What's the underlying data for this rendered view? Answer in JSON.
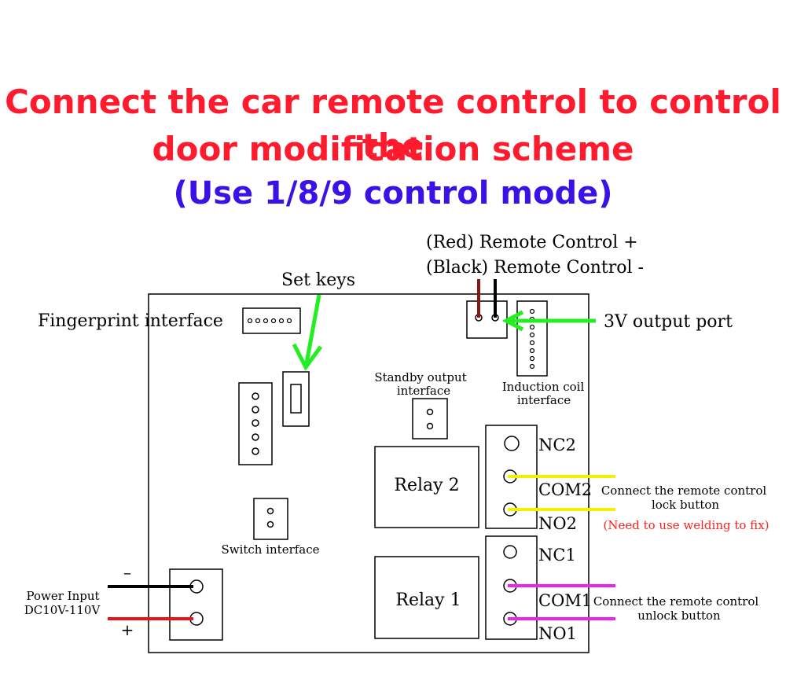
{
  "title": {
    "line1": "Connect the car remote control to control the",
    "line2": "door modification scheme",
    "line3": "(Use 1/8/9 control mode)"
  },
  "labels": {
    "remote_red": "(Red) Remote Control +",
    "remote_black": "(Black) Remote Control -",
    "set_keys": "Set keys",
    "fingerprint": "Fingerprint interface",
    "output_3v": "3V output port",
    "standby_1": "Standby output",
    "standby_2": "interface",
    "induction_1": "Induction coil",
    "induction_2": "interface",
    "switch_interface": "Switch interface",
    "relay2": "Relay 2",
    "relay1": "Relay 1",
    "nc2": "NC2",
    "com2": "COM2",
    "no2": "NO2",
    "nc1": "NC1",
    "com1": "COM1",
    "no1": "NO1",
    "lock_1": "Connect the remote control",
    "lock_2": "lock button",
    "welding_note": "(Need to use welding to fix)",
    "unlock_1": "Connect the remote control",
    "unlock_2": "unlock button",
    "power_1": "Power Input",
    "power_2": "DC10V-110V",
    "minus": "–",
    "plus": "+"
  },
  "colors": {
    "title_red": "#ff1a2d",
    "title_blue": "#3a12e8",
    "arrow_green": "#22ee22",
    "wire_yellow": "#f2f200",
    "wire_magenta": "#ee22ee",
    "wire_red": "#ee1111",
    "wire_darkred": "#8b1515",
    "wire_black": "#000000",
    "note_red": "#ff2020"
  }
}
